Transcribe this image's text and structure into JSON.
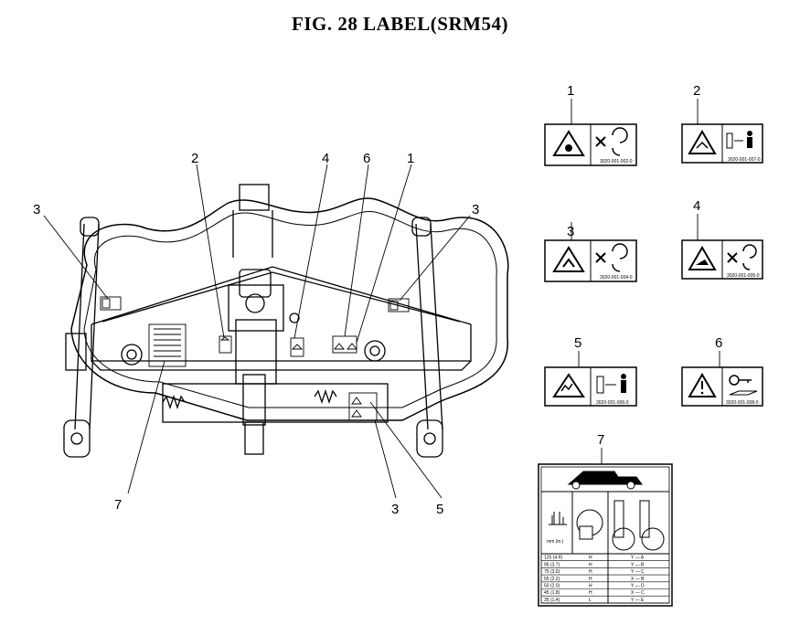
{
  "title": "FIG. 28  LABEL(SRM54)",
  "callouts": {
    "main_left_3": "3",
    "main_2": "2",
    "main_4": "4",
    "main_6": "6",
    "main_1": "1",
    "main_right_3": "3",
    "main_7": "7",
    "main_bottom_3": "3",
    "main_5": "5"
  },
  "labels": [
    {
      "number": "1",
      "hazard": "thrown-object-icon",
      "prohibition": "no-hands-rotating-icon",
      "code": "3020-001-002-0"
    },
    {
      "number": "2",
      "hazard": "hand-entanglement-icon",
      "prohibition": "keep-distance-icon",
      "code": "3020-001-007-0"
    },
    {
      "number": "3",
      "hazard": "hand-blade-icon",
      "prohibition": "no-hands-rotating-icon",
      "code": "3020-001-004-0"
    },
    {
      "number": "4",
      "hazard": "foot-blade-icon",
      "prohibition": "no-hands-rotating-icon",
      "code": "3020-001-005-0"
    },
    {
      "number": "5",
      "hazard": "thrown-debris-icon",
      "prohibition": "keep-distance-icon",
      "code": "3020-001-006-0"
    },
    {
      "number": "6",
      "hazard": "general-warning-icon",
      "prohibition": "key-manual-icon",
      "code": "3020-001-008-0"
    }
  ],
  "label7": {
    "number": "7",
    "unit_text": "mm (in.)",
    "rows": [
      {
        "height": "125 (4.9)",
        "set": "H",
        "pos": "Y — A"
      },
      {
        "height": "95 (3.7)",
        "set": "H",
        "pos": "Y — B"
      },
      {
        "height": "75 (3.0)",
        "set": "H",
        "pos": "Y — C"
      },
      {
        "height": "55 (2.2)",
        "set": "H",
        "pos": "X — B"
      },
      {
        "height": "50 (2.0)",
        "set": "H",
        "pos": "Y — D"
      },
      {
        "height": "45 (1.8)",
        "set": "H",
        "pos": "X — C"
      },
      {
        "height": "35 (1.4)",
        "set": "L",
        "pos": "Y — E"
      }
    ]
  }
}
